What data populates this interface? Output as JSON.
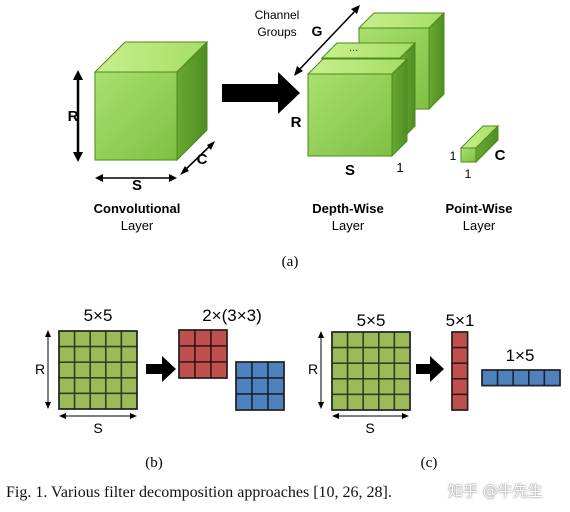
{
  "panel_a": {
    "channel_groups_line1": "Channel",
    "channel_groups_line2": "Groups",
    "g_label": "G",
    "ellipsis": "...",
    "conv_r": "R",
    "conv_s": "S",
    "conv_c": "C",
    "dw_r": "R",
    "dw_s": "S",
    "dw_1": "1",
    "pw_1_left": "1",
    "pw_1_bottom": "1",
    "pw_c": "C",
    "conv_title": "Convolutional",
    "conv_sub": "Layer",
    "dw_title": "Depth-Wise",
    "dw_sub": "Layer",
    "pw_title": "Point-Wise",
    "pw_sub": "Layer",
    "panel_label": "(a)"
  },
  "panel_b": {
    "grid_title": "5×5",
    "grid_r": "R",
    "grid_s": "S",
    "decomp_title": "2×(3×3)",
    "panel_label": "(b)"
  },
  "panel_c": {
    "grid_title": "5×5",
    "grid_r": "R",
    "grid_s": "S",
    "col_title": "5×1",
    "row_title": "1×5",
    "panel_label": "(c)"
  },
  "caption": "Fig. 1.  Various filter decomposition approaches [10, 26, 28].",
  "watermark": "知乎 @牛先生",
  "colors": {
    "green": "#92d050",
    "green_dark": "#5a9a2a",
    "red": "#c0504d",
    "blue": "#4f81bd",
    "grid_green": "#9bbb59"
  }
}
